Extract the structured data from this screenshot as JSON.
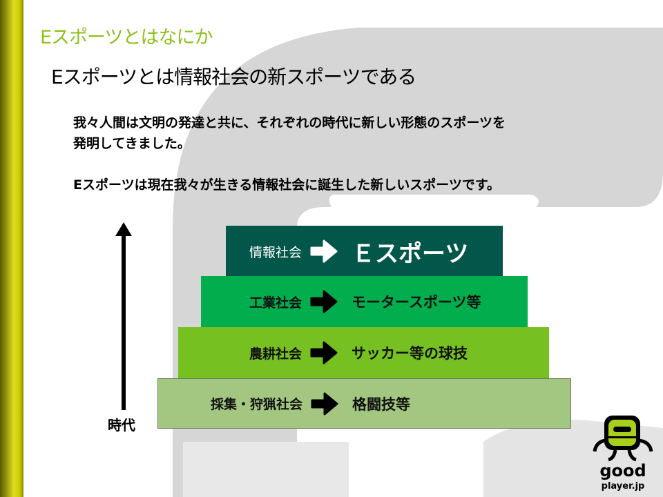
{
  "slide": {
    "title": "Eスポーツとはなにか",
    "subtitle": "Eスポーツとは情報社会の新スポーツである",
    "paragraphs": [
      "我々人間は文明の発達と共に、それぞれの時代に新しい形態のスポーツを",
      "発明してきました。",
      "Eスポーツは現在我々が生きる情報社会に誕生した新しいスポーツです。"
    ]
  },
  "pyramid": {
    "tiers": [
      {
        "society": "情報社会",
        "sport": "Ｅスポーツ",
        "color": "#03574a"
      },
      {
        "society": "工業社会",
        "sport": "モータースポーツ等",
        "color": "#02ad4e"
      },
      {
        "society": "農耕社会",
        "sport": "サッカー等の球技",
        "color": "#77c021"
      },
      {
        "society": "採集・狩猟社会",
        "sport": "格闘技等",
        "color": "#a3c780"
      }
    ],
    "axis_label": "時代"
  },
  "logo": {
    "text": "good player.jp"
  }
}
